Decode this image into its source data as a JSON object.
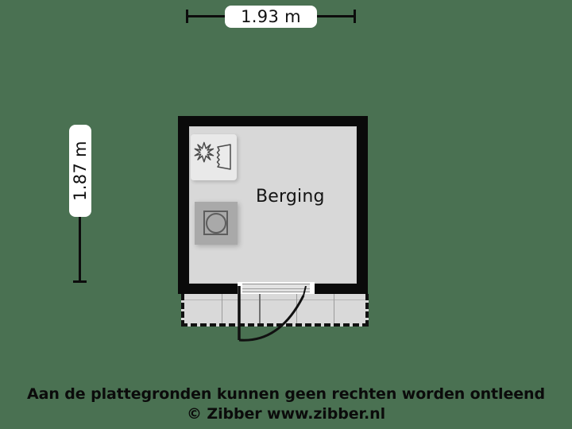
{
  "plan": {
    "background_color": "#4a7152",
    "wall_color": "#0a0a0a",
    "floor_color": "#d8d8d8",
    "rooms": [
      {
        "name": "Berging",
        "label": "Berging"
      }
    ],
    "dimensions": {
      "width": {
        "label": "1.93 m",
        "value": 1.93,
        "unit": "m",
        "orientation": "horizontal"
      },
      "height": {
        "label": "1.87 m",
        "value": 1.87,
        "unit": "m",
        "orientation": "vertical"
      }
    },
    "fixtures": [
      {
        "id": "ac-unit",
        "icon": "snowflake-fan-icon",
        "label": ""
      },
      {
        "id": "washing-machine",
        "icon": "washing-machine-icon",
        "label": ""
      }
    ],
    "door": {
      "id": "entry-door",
      "icon": "door-swing-icon",
      "swing": "outward-left"
    },
    "terrace": {
      "id": "terrace",
      "tiles": 5
    }
  },
  "caption": {
    "line1": "Aan de plattegronden kunnen geen rechten worden ontleend",
    "line2": "© Zibber www.zibber.nl"
  }
}
